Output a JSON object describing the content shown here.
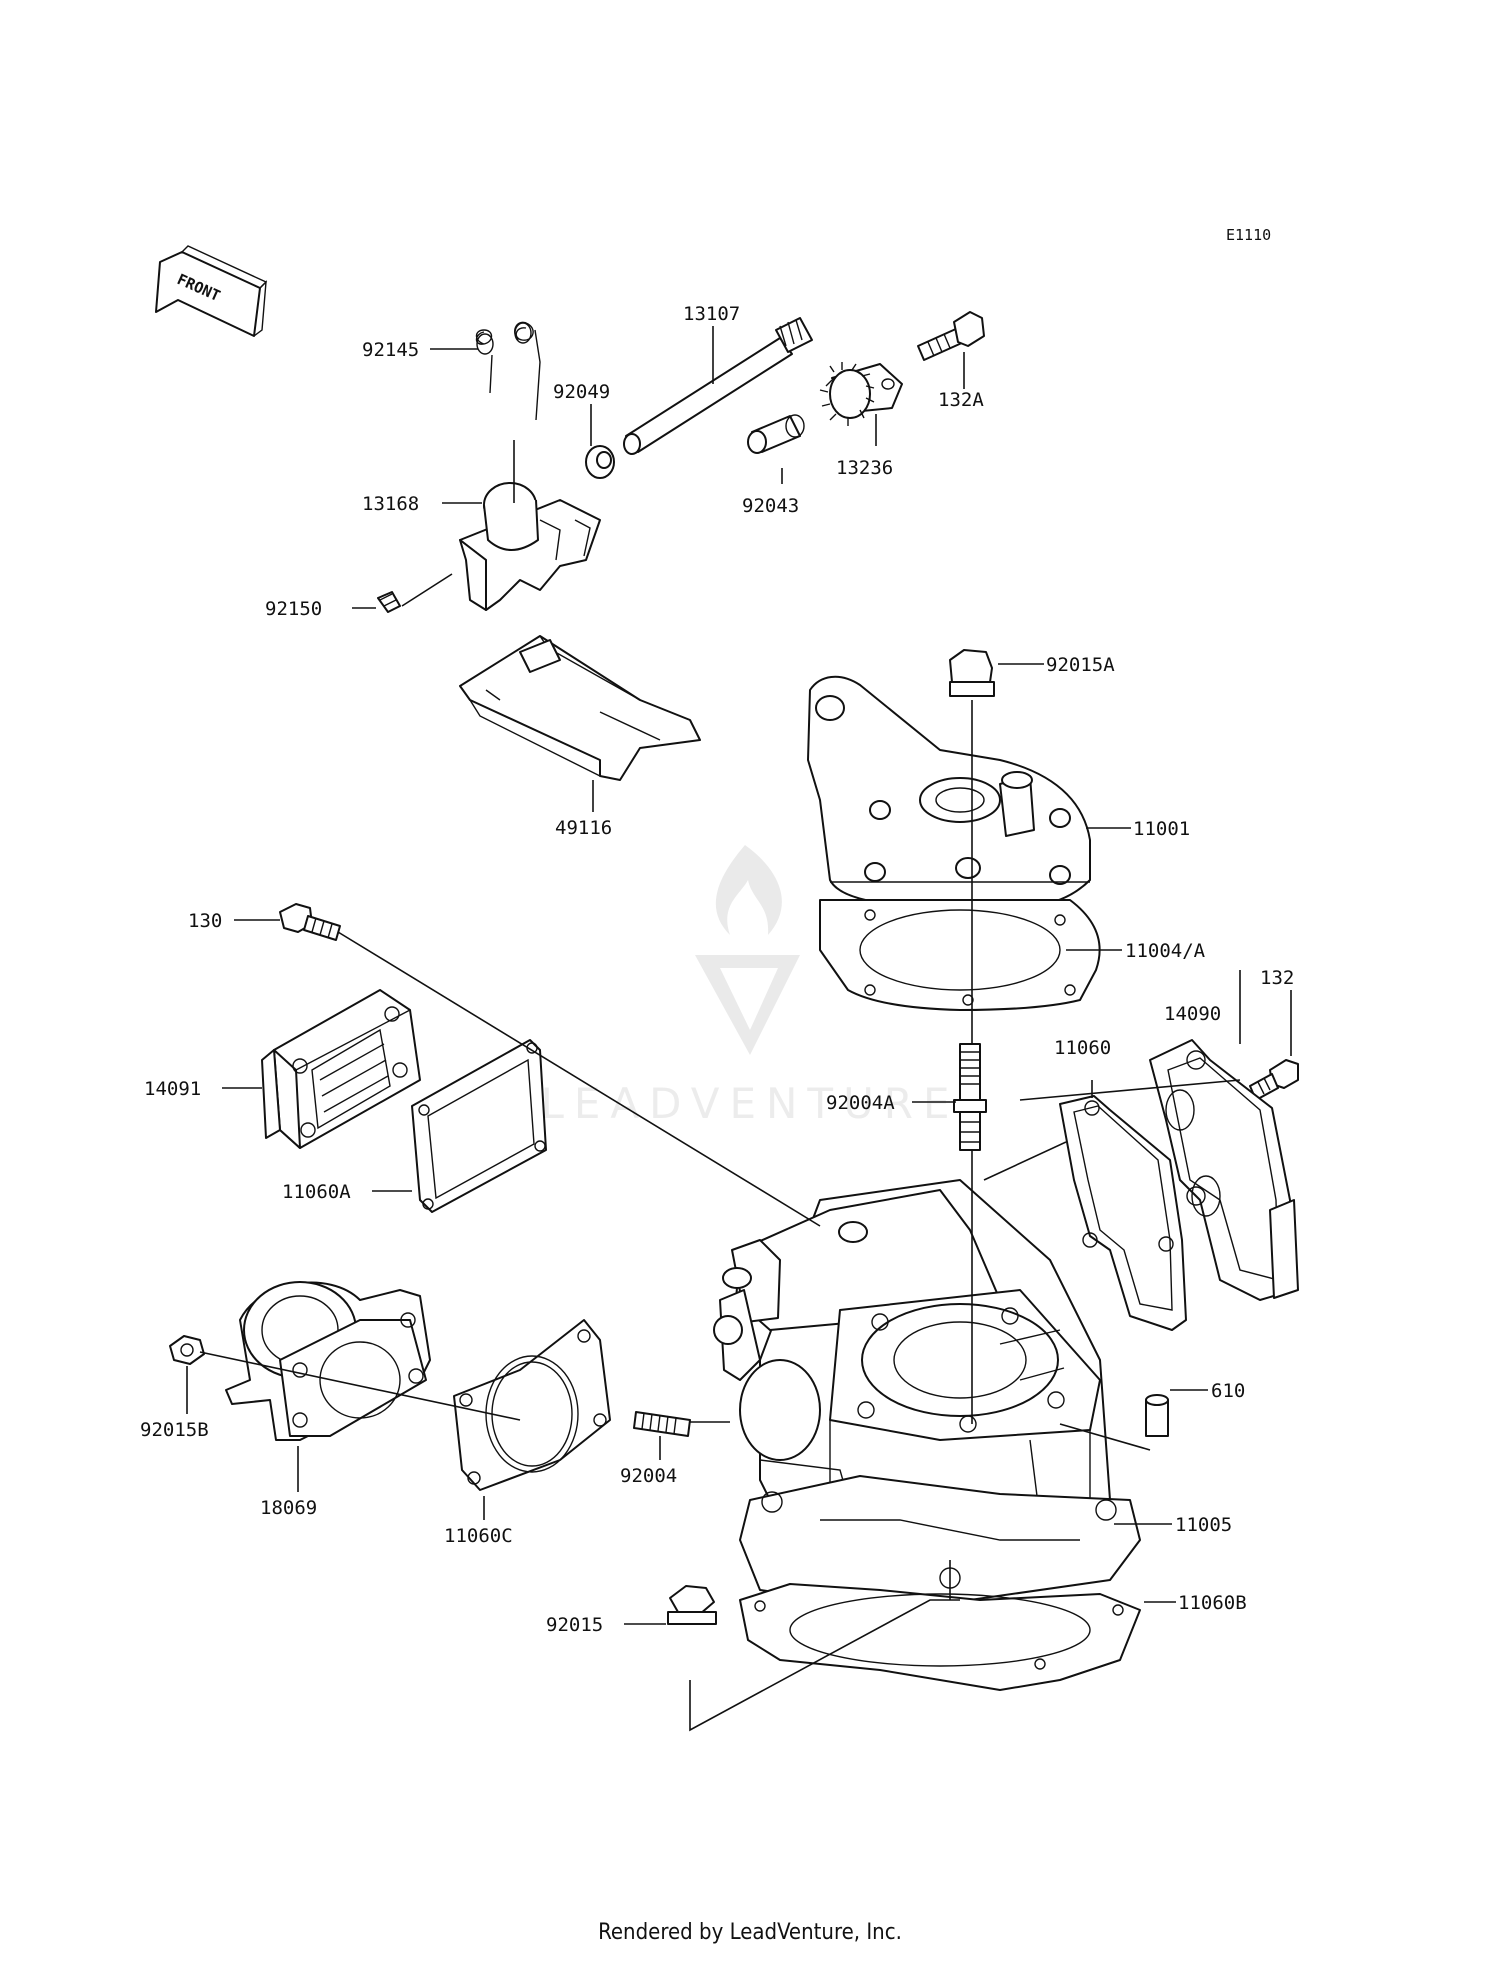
{
  "diagram": {
    "code": "E1110",
    "front_marker": "FRONT",
    "watermark": "LEADVENTURE",
    "labels": {
      "p92145": "92145",
      "p13107": "13107",
      "p92049": "92049",
      "p132A": "132A",
      "p13236": "13236",
      "p92043": "92043",
      "p13168": "13168",
      "p92150": "92150",
      "p92015A": "92015A",
      "p49116": "49116",
      "p11001": "11001",
      "p130": "130",
      "p11004A": "11004/A",
      "p132": "132",
      "p14090": "14090",
      "p11060": "11060",
      "p14091": "14091",
      "p92004A": "92004A",
      "p11060A": "11060A",
      "p610": "610",
      "p92015B": "92015B",
      "p92004": "92004",
      "p18069": "18069",
      "p11060C": "11060C",
      "p11005": "11005",
      "p92015": "92015",
      "p11060B": "11060B"
    }
  },
  "footer": {
    "text": "Rendered by LeadVenture, Inc."
  }
}
